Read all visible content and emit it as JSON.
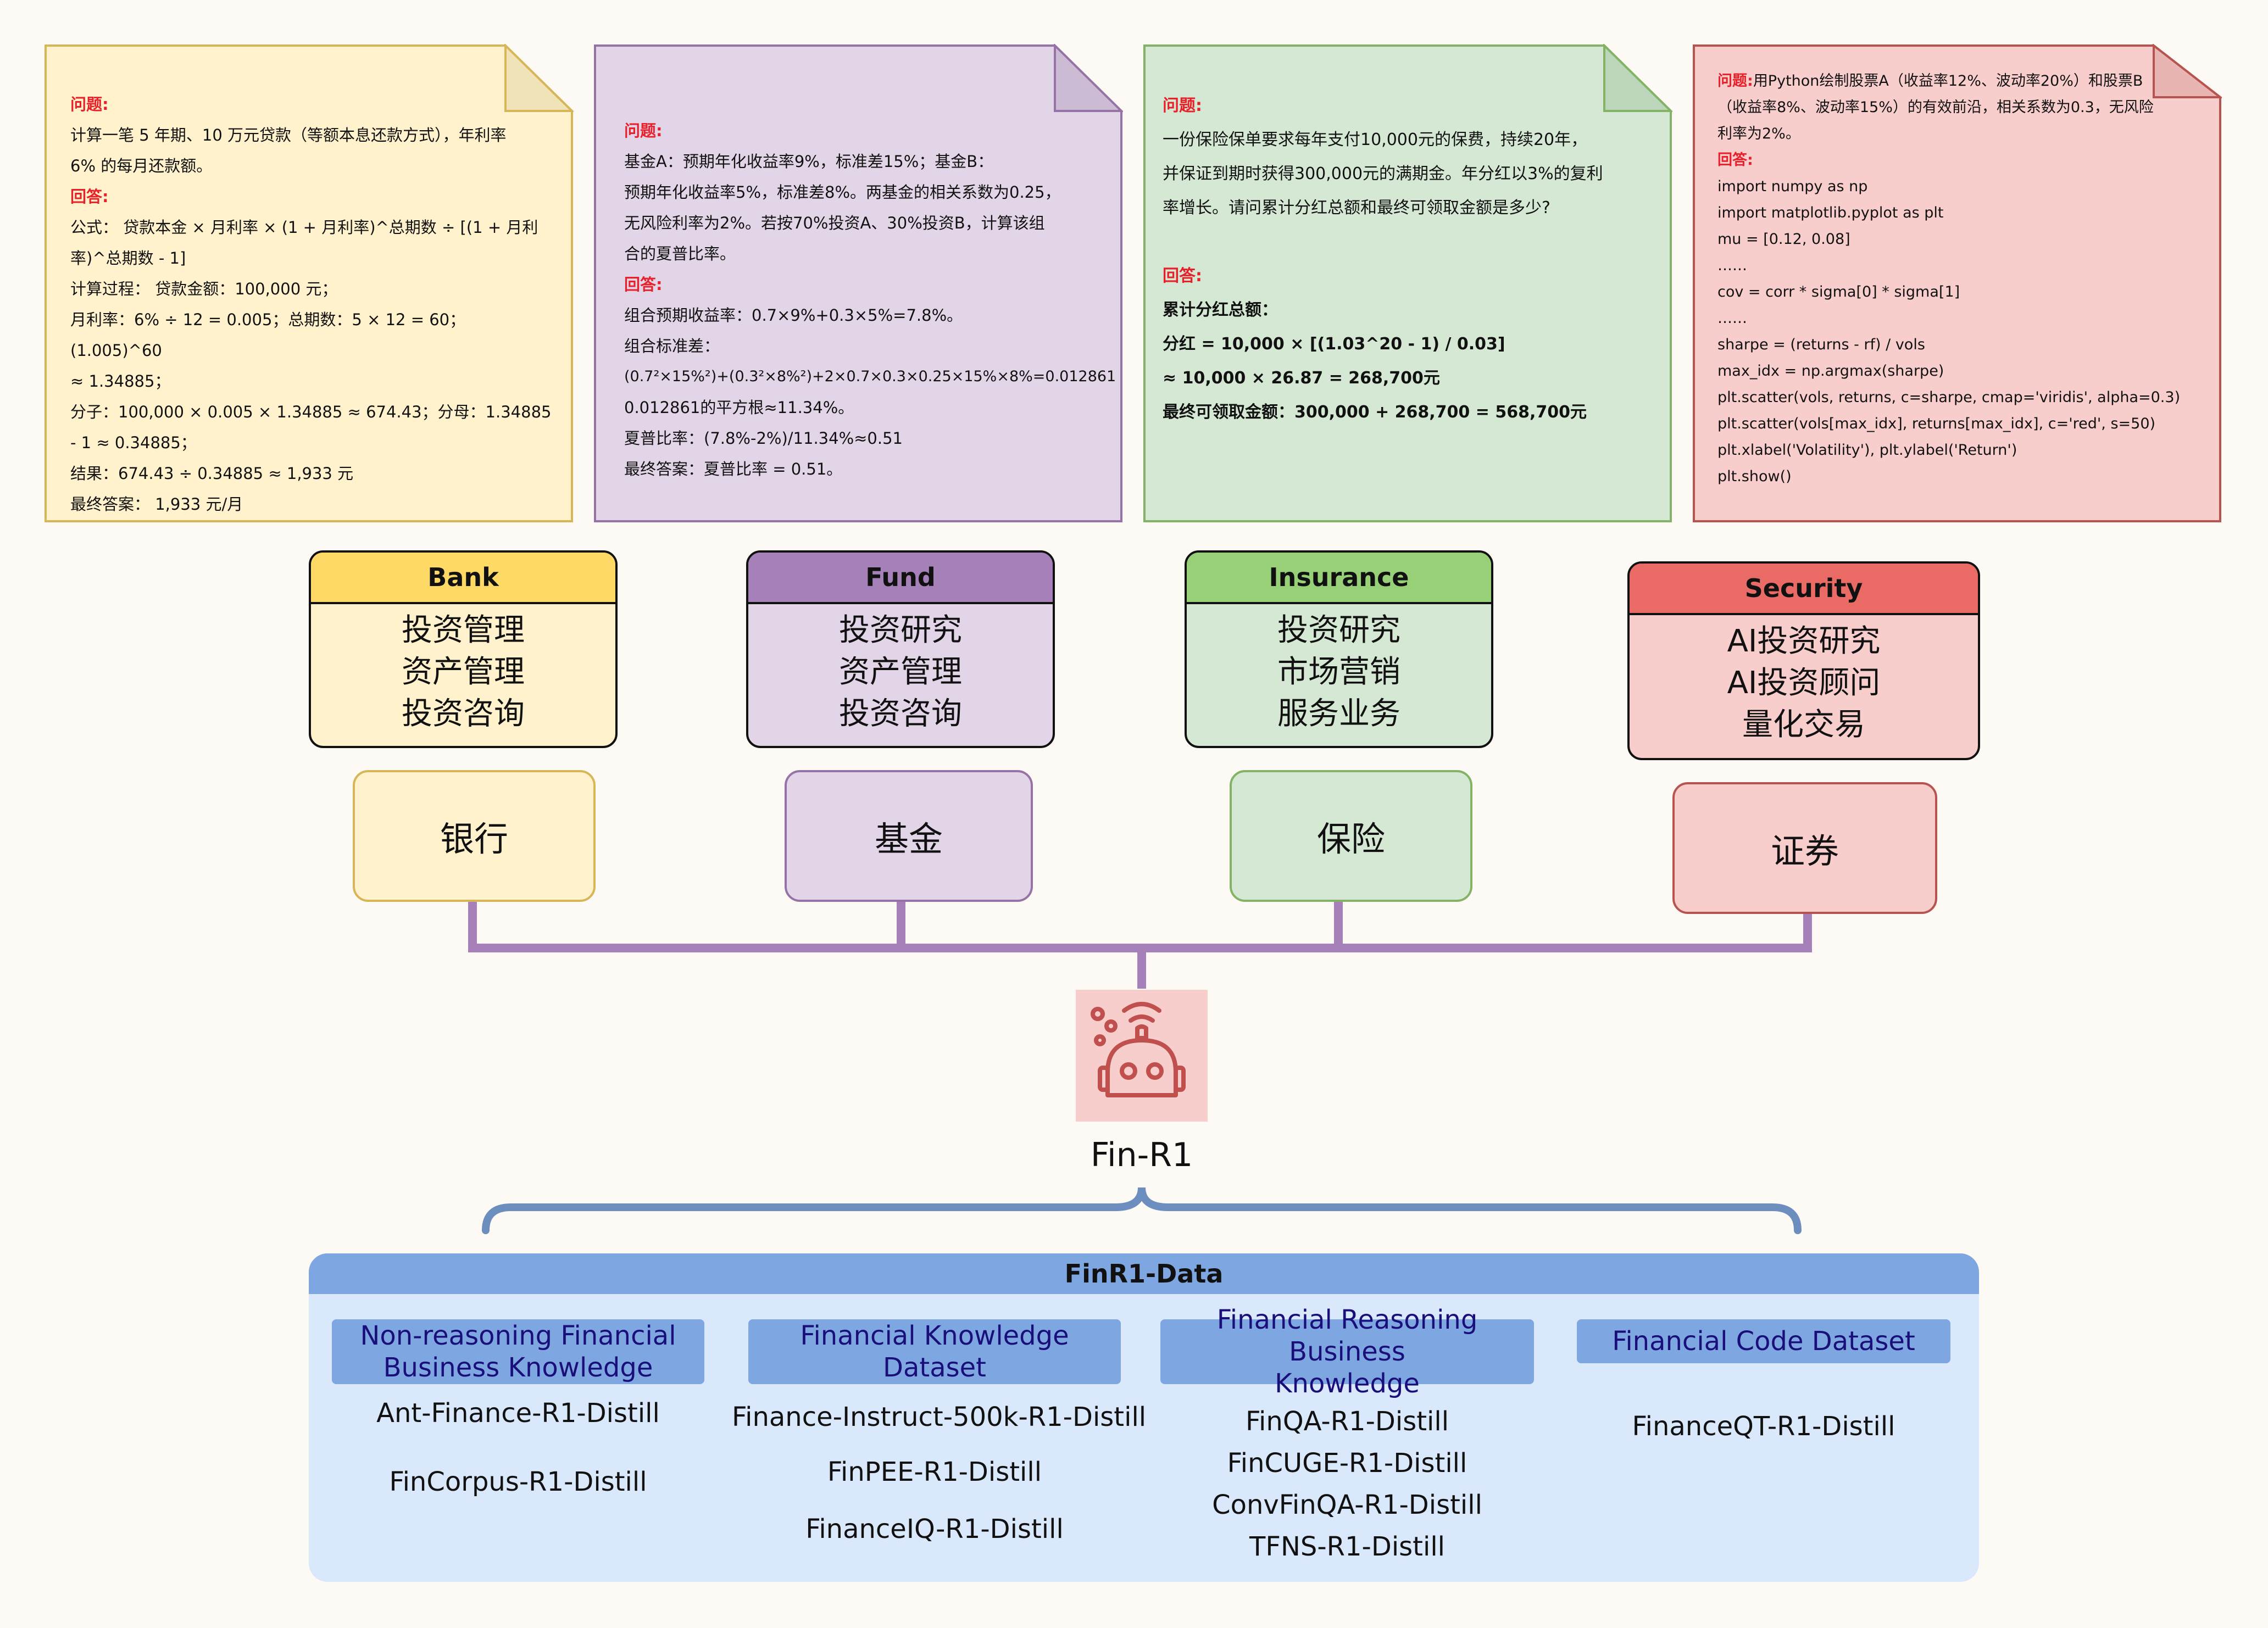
{
  "notes": {
    "bank": {
      "q_label": "问题:",
      "question": [
        "计算一笔 5 年期、10 万元贷款（等额本息还款方式），年利率",
        "6% 的每月还款额。"
      ],
      "a_label": "回答:",
      "answer": [
        "公式： 贷款本金 × 月利率 × (1 + 月利率)^总期数 ÷ [(1 + 月利",
        "率)^总期数 - 1]",
        "计算过程： 贷款金额：100,000 元；",
        "月利率：6% ÷ 12 = 0.005；总期数：5 × 12 = 60；(1.005)^60",
        "≈ 1.34885；",
        "分子：100,000 × 0.005 × 1.34885 ≈ 674.43；分母：1.34885",
        "- 1 ≈ 0.34885；",
        "结果：674.43 ÷ 0.34885 ≈ 1,933 元",
        "最终答案： 1,933 元/月"
      ]
    },
    "fund": {
      "q_label": "问题:",
      "question": [
        "基金A：预期年化收益率9%，标准差15%；基金B：",
        "预期年化收益率5%，标准差8%。两基金的相关系数为0.25，",
        "无风险利率为2%。若按70%投资A、30%投资B，计算该组",
        "合的夏普比率。"
      ],
      "a_label": "回答:",
      "answer": [
        "组合预期收益率：0.7×9%+0.3×5%=7.8%。",
        "组合标准差：",
        "(0.7²×15%²)+(0.3²×8%²)+2×0.7×0.3×0.25×15%×8%=0.012861",
        "0.012861的平方根≈11.34%。",
        "夏普比率：(7.8%-2%)/11.34%≈0.51",
        "最终答案：夏普比率 = 0.51。"
      ]
    },
    "insurance": {
      "q_label": "问题:",
      "question": [
        "一份保险保单要求每年支付10,000元的保费，持续20年，",
        "并保证到期时获得300,000元的满期金。年分红以3%的复利",
        "率增长。请问累计分红总额和最终可领取金额是多少?"
      ],
      "a_label": "回答:",
      "answer": [
        "累计分红总额：",
        "分红 = 10,000 × [(1.03^20 - 1) / 0.03]",
        "≈ 10,000 × 26.87 = 268,700元",
        "最终可领取金额：300,000 + 268,700 = 568,700元"
      ]
    },
    "security": {
      "q_label": "问题:",
      "question_first": "用Python绘制股票A（收益率12%、波动率20%）和股票B",
      "question": [
        "（收益率8%、波动率15%）的有效前沿，相关系数为0.3，无风险",
        "利率为2%。"
      ],
      "a_label": "回答:",
      "answer": [
        "import numpy as np",
        "import matplotlib.pyplot as plt",
        "mu = [0.12, 0.08]",
        "……",
        "cov = corr * sigma[0] * sigma[1]",
        "……",
        "sharpe = (returns - rf) / vols",
        "max_idx = np.argmax(sharpe)",
        "plt.scatter(vols, returns, c=sharpe, cmap='viridis', alpha=0.3)",
        "plt.scatter(vols[max_idx], returns[max_idx], c='red', s=50)",
        "plt.xlabel('Volatility'), plt.ylabel('Return')",
        "plt.show()"
      ]
    }
  },
  "cards": [
    {
      "key": "bank",
      "title": "Bank",
      "items": [
        "投资管理",
        "资产管理",
        "投资咨询"
      ]
    },
    {
      "key": "fund",
      "title": "Fund",
      "items": [
        "投资研究",
        "资产管理",
        "投资咨询"
      ]
    },
    {
      "key": "insurance",
      "title": "Insurance",
      "items": [
        "投资研究",
        "市场营销",
        "服务业务"
      ]
    },
    {
      "key": "security",
      "title": "Security",
      "items": [
        "AI投资研究",
        "AI投资顾问",
        "量化交易"
      ]
    }
  ],
  "sectors": [
    "银行",
    "基金",
    "保险",
    "证券"
  ],
  "model_name": "Fin-R1",
  "data_title": "FinR1-Data",
  "categories": [
    {
      "title": [
        "Non-reasoning Financial",
        "Business Knowledge"
      ],
      "datasets": [
        "Ant-Finance-R1-Distill",
        "FinCorpus-R1-Distill"
      ]
    },
    {
      "title": [
        "Financial Knowledge Dataset"
      ],
      "datasets": [
        "Finance-Instruct-500k-R1-Distill",
        "FinPEE-R1-Distill",
        "FinanceIQ-R1-Distill"
      ]
    },
    {
      "title": [
        "Financial Reasoning Business",
        "Knowledge"
      ],
      "datasets": [
        "FinQA-R1-Distill",
        "FinCUGE-R1-Distill",
        "ConvFinQA-R1-Distill",
        "TFNS-R1-Distill"
      ]
    },
    {
      "title": [
        "Financial Code Dataset"
      ],
      "datasets": [
        "FinanceQT-R1-Distill"
      ]
    }
  ],
  "colors": {
    "bank_fill": "#fff2cc",
    "bank_stroke": "#d6b656",
    "bank_head": "#ffd966",
    "fund_fill": "#e1d5e7",
    "fund_stroke": "#9673a6",
    "fund_head": "#a680b8",
    "insurance_fill": "#d5e8d4",
    "insurance_stroke": "#82b366",
    "insurance_head": "#97d077",
    "security_fill": "#f8cecc",
    "security_stroke": "#b85450",
    "security_head": "#ea6b66",
    "connector": "#a680b8",
    "brace": "#6c8ebf",
    "robot": "#c0504d"
  }
}
